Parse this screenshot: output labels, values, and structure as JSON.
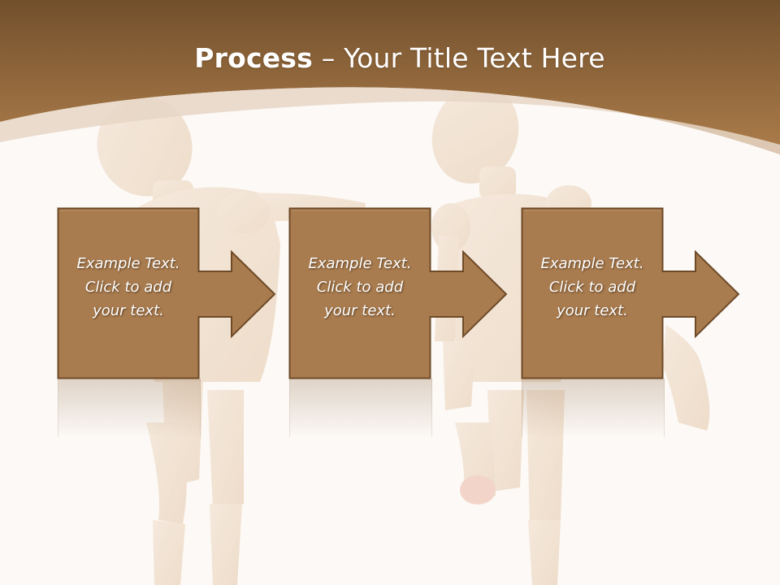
{
  "slide": {
    "title_bold": "Process",
    "title_dash": " – ",
    "title_rest": "Your Title Text Here",
    "steps": [
      {
        "line1": "Example Text.",
        "line2": "Click  to add",
        "line3": "your text."
      },
      {
        "line1": "Example Text.",
        "line2": "Click  to add",
        "line3": "your text."
      },
      {
        "line1": "Example Text.",
        "line2": "Click  to add",
        "line3": "your text."
      }
    ]
  },
  "colors": {
    "header_top": "#7a5530",
    "header_bottom": "#a8784a",
    "box_fill": "#a97c4f",
    "box_stroke": "#6e4a28",
    "background": "#fcf9f6"
  },
  "icons": [
    "wooden-mannequin-figures-background",
    "right-arrow-shape"
  ]
}
